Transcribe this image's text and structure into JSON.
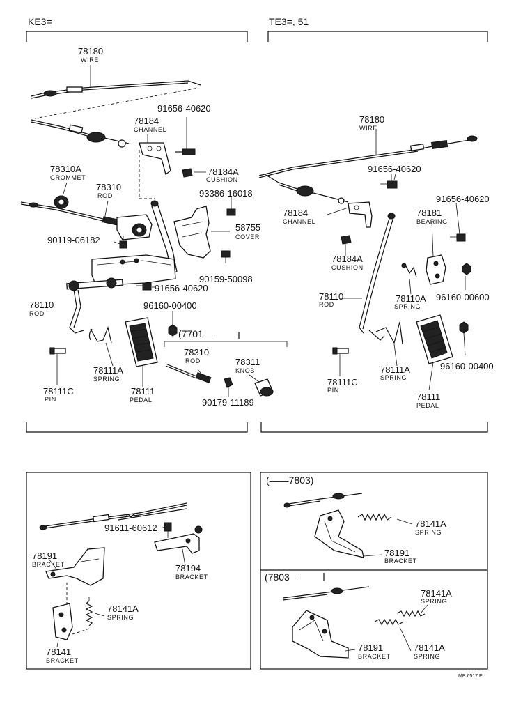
{
  "sections": {
    "top_left_model": "KE3=",
    "top_right_model": "TE3=, 51",
    "left_sub_range": "(7701—",
    "lower_right_range_a": "(——7803)",
    "lower_right_range_b": "(7803—"
  },
  "parts": {
    "l_78180_no": "78180",
    "l_78180_nm": "WIRE",
    "l_91656a": "91656-40620",
    "l_78184_no": "78184",
    "l_78184_nm": "CHANNEL",
    "l_78310a_no": "78310A",
    "l_78310a_nm": "GROMMET",
    "l_78310_no": "78310",
    "l_78310_nm": "ROD",
    "l_78184a_no": "78184A",
    "l_78184a_nm": "CUSHION",
    "l_93386": "93386-16018",
    "l_58755_no": "58755",
    "l_58755_nm": "COVER",
    "l_90119": "90119-06182",
    "l_90159": "90159-50098",
    "l_91656b": "91656-40620",
    "l_78110_no": "78110",
    "l_78110_nm": "ROD",
    "l_96160": "96160-00400",
    "l_78111a_no": "78111A",
    "l_78111a_nm": "SPRING",
    "l_78111c_no": "78111C",
    "l_78111c_nm": "PIN",
    "l_78111_no": "78111",
    "l_78111_nm": "PEDAL",
    "l_78310b_no": "78310",
    "l_78310b_nm": "ROD",
    "l_78311_no": "78311",
    "l_78311_nm": "KNOB",
    "l_90179": "90179-11189",
    "r_78180_no": "78180",
    "r_78180_nm": "WIRE",
    "r_91656a": "91656-40620",
    "r_91656b": "91656-40620",
    "r_78184_no": "78184",
    "r_78184_nm": "CHANNEL",
    "r_78181_no": "78181",
    "r_78181_nm": "BEARING",
    "r_78184a_no": "78184A",
    "r_78184a_nm": "CUSHION",
    "r_78110_no": "78110",
    "r_78110_nm": "ROD",
    "r_78110a_no": "78110A",
    "r_78110a_nm": "SPRING",
    "r_96160a": "96160-00600",
    "r_96160b": "96160-00400",
    "r_78111a_no": "78111A",
    "r_78111a_nm": "SPRING",
    "r_78111c_no": "78111C",
    "r_78111c_nm": "PIN",
    "r_78111_no": "78111",
    "r_78111_nm": "PEDAL",
    "bl_91611": "91611-60612",
    "bl_78191_no": "78191",
    "bl_78191_nm": "BRACKET",
    "bl_78194_no": "78194",
    "bl_78194_nm": "BRACKET",
    "bl_78141a_no": "78141A",
    "bl_78141a_nm": "SPRING",
    "bl_78141_no": "78141",
    "bl_78141_nm": "BRACKET",
    "br1_78141a_no": "78141A",
    "br1_78141a_nm": "SPRING",
    "br1_78191_no": "78191",
    "br1_78191_nm": "BRACKET",
    "br2_78141a_top_no": "78141A",
    "br2_78141a_top_nm": "SPRING",
    "br2_78191_no": "78191",
    "br2_78191_nm": "BRACKET",
    "br2_78141a_no": "78141A",
    "br2_78141a_nm": "SPRING"
  },
  "footer_code": "MB 6517 E"
}
